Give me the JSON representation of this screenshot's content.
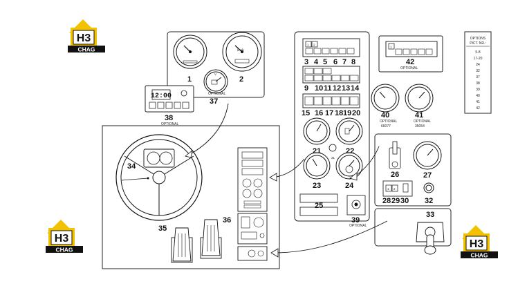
{
  "logos": [
    {
      "top": "H3",
      "bottom": "CHAG"
    },
    {
      "top": "H3",
      "bottom": "CHAG"
    },
    {
      "top": "H3",
      "bottom": "CHAG"
    }
  ],
  "labels": {
    "l1": "1",
    "l2": "2",
    "l37": "37",
    "l38": "38",
    "l3": "3",
    "l4": "4",
    "l5": "5",
    "l6": "6",
    "l7": "7",
    "l8": "8",
    "l9": "9",
    "l10": "10",
    "l11": "11",
    "l12": "12",
    "l13": "13",
    "l14": "14",
    "l15": "15",
    "l16": "16",
    "l17": "17",
    "l18": "18",
    "l19": "19",
    "l20": "20",
    "l21": "21",
    "l22": "22",
    "l23": "23",
    "l24": "24",
    "l25": "25",
    "l26": "26",
    "l27": "27",
    "l28": "28",
    "l29": "29",
    "l30": "30",
    "l31": "31",
    "l32": "32",
    "l33": "33",
    "l34": "34",
    "l35": "35",
    "l36": "36",
    "l39": "39",
    "l40": "40",
    "l41": "41",
    "l42": "42"
  },
  "optional_text": "OPTIONAL",
  "part_40": "66077",
  "part_41": "35054",
  "clock_display": "12:00",
  "kmh_text": "km/h",
  "v_text": "V",
  "options_box": {
    "title_line1": "OPTIONS",
    "title_line2": "PICT. NR.:",
    "items": [
      "5-8",
      "17-20",
      "24",
      "32",
      "37",
      "38",
      "39",
      "40",
      "41",
      "42"
    ]
  },
  "mini_digits": {
    "a": "1",
    "b": "2"
  }
}
